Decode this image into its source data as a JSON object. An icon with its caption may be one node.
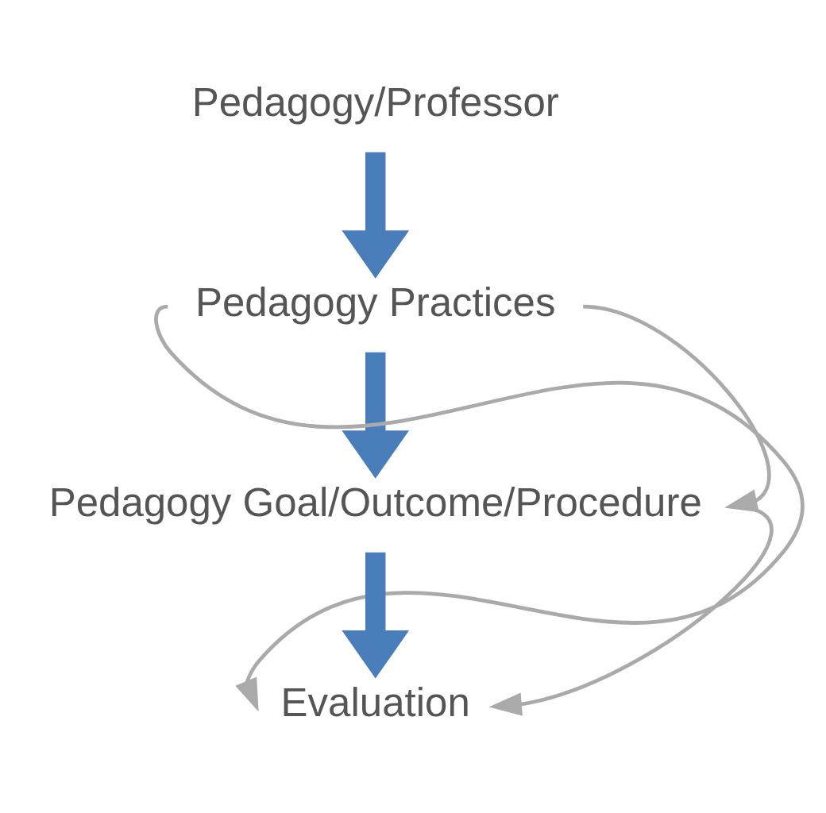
{
  "diagram": {
    "nodes": [
      {
        "text": [
          "Pedagogy/Professor"
        ]
      },
      {
        "text": [
          "Pedagogy Practices"
        ]
      },
      {
        "text": [
          "Pedagogy Goal/Outcome/Procedure"
        ]
      },
      {
        "text": [
          "Evaluation"
        ]
      }
    ],
    "edges": [
      {
        "from": 0,
        "to": 1,
        "arrow": "to",
        "style": "thick",
        "color": "#4a7ebb"
      },
      {
        "from": 1,
        "to": 2,
        "arrow": "to",
        "style": "thick",
        "color": "#4a7ebb"
      },
      {
        "from": 2,
        "to": 3,
        "arrow": "to",
        "style": "thick",
        "color": "#4a7ebb"
      },
      {
        "from": 1,
        "to": 2,
        "arrow": "to",
        "color": "#aaaaaa"
      },
      {
        "from": 1,
        "to": 3,
        "arrow": "to",
        "color": "#aaaaaa"
      },
      {
        "from": 2,
        "to": 3,
        "arrow": "to",
        "color": "#aaaaaa"
      }
    ]
  }
}
